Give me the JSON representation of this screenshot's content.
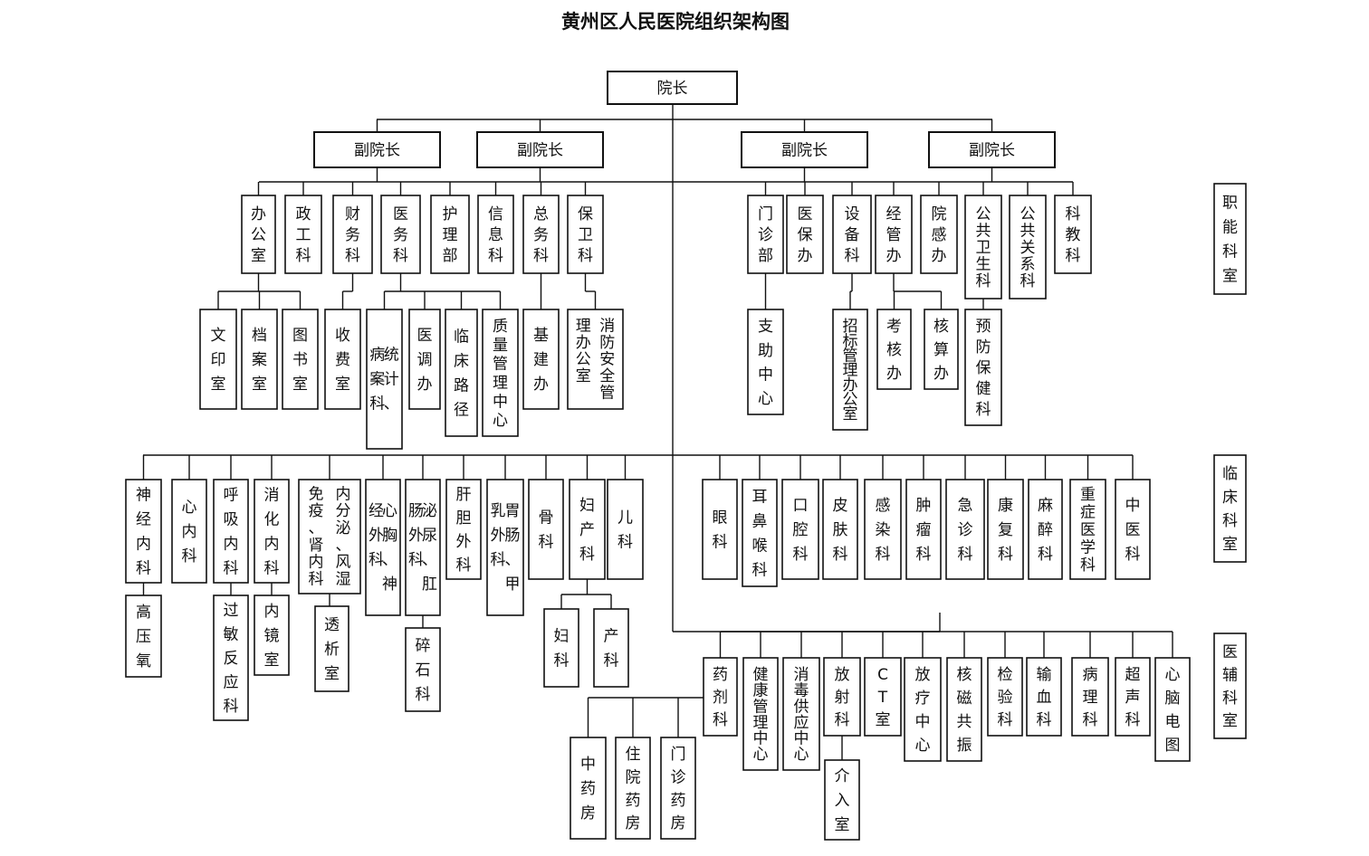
{
  "title": "黄州区人民医院组织架构图",
  "president": "院长",
  "vice_presidents": [
    "副院长",
    "副院长",
    "副院长",
    "副院长"
  ],
  "side_labels": [
    "职能科室",
    "临床科室",
    "医辅科室"
  ],
  "functional_departments": [
    {
      "name": "办公室",
      "children": [
        "文印室",
        "档案室",
        "图书室"
      ]
    },
    {
      "name": "政工科",
      "children": []
    },
    {
      "name": "财务科",
      "children": [
        "收费室"
      ]
    },
    {
      "name": "医务科",
      "children": [
        "统计、病案科",
        "医调办",
        "临床路径",
        "质量管理中心"
      ]
    },
    {
      "name": "护理部",
      "children": []
    },
    {
      "name": "信息科",
      "children": []
    },
    {
      "name": "总务科",
      "children": [
        "基建办"
      ]
    },
    {
      "name": "保卫科",
      "children": [
        "消防安全管理办公室"
      ]
    },
    {
      "name": "门诊部",
      "children": [
        "支助中心"
      ]
    },
    {
      "name": "医保办",
      "children": []
    },
    {
      "name": "设备科",
      "children": [
        "招标管理办公室"
      ]
    },
    {
      "name": "经管办",
      "children": [
        "考核办",
        "核算办"
      ]
    },
    {
      "name": "院感办",
      "children": []
    },
    {
      "name": "公共卫生科",
      "children": [
        "预防保健科"
      ]
    },
    {
      "name": "公共关系科",
      "children": []
    },
    {
      "name": "科教科",
      "children": []
    }
  ],
  "clinical_departments": [
    {
      "name": "神经内科",
      "children": [
        "高压氧"
      ]
    },
    {
      "name": "心内科",
      "children": []
    },
    {
      "name": "呼吸内科",
      "children": [
        "过敏反应科"
      ]
    },
    {
      "name": "消化内科",
      "children": [
        "内镜室"
      ]
    },
    {
      "name": "内分泌、风湿免疫、肾内科",
      "children": [
        "透析室"
      ]
    },
    {
      "name": "心胸、神经外科",
      "children": []
    },
    {
      "name": "泌尿、肛肠外科",
      "children": [
        "碎石科"
      ]
    },
    {
      "name": "肝胆外科",
      "children": []
    },
    {
      "name": "胃肠、甲乳外科",
      "children": []
    },
    {
      "name": "骨科",
      "children": []
    },
    {
      "name": "妇产科",
      "children": [
        "妇科",
        "产科"
      ]
    },
    {
      "name": "儿科",
      "children": []
    },
    {
      "name": "眼科",
      "children": []
    },
    {
      "name": "耳鼻喉科",
      "children": []
    },
    {
      "name": "口腔科",
      "children": []
    },
    {
      "name": "皮肤科",
      "children": []
    },
    {
      "name": "感染科",
      "children": []
    },
    {
      "name": "肿瘤科",
      "children": []
    },
    {
      "name": "急诊科",
      "children": []
    },
    {
      "name": "康复科",
      "children": []
    },
    {
      "name": "麻醉科",
      "children": []
    },
    {
      "name": "重症医学科",
      "children": []
    },
    {
      "name": "中医科",
      "children": []
    }
  ],
  "auxiliary_departments": [
    {
      "name": "药剂科",
      "children": [
        "中药房",
        "住院药房",
        "门诊药房"
      ]
    },
    {
      "name": "健康管理中心",
      "children": []
    },
    {
      "name": "消毒供应中心",
      "children": []
    },
    {
      "name": "放射科",
      "children": [
        "介入室"
      ]
    },
    {
      "name": "CT室",
      "children": []
    },
    {
      "name": "放疗中心",
      "children": []
    },
    {
      "name": "核磁共振",
      "children": []
    },
    {
      "name": "检验科",
      "children": []
    },
    {
      "name": "输血科",
      "children": []
    },
    {
      "name": "病理科",
      "children": []
    },
    {
      "name": "超声科",
      "children": []
    },
    {
      "name": "心脑电图",
      "children": []
    }
  ]
}
